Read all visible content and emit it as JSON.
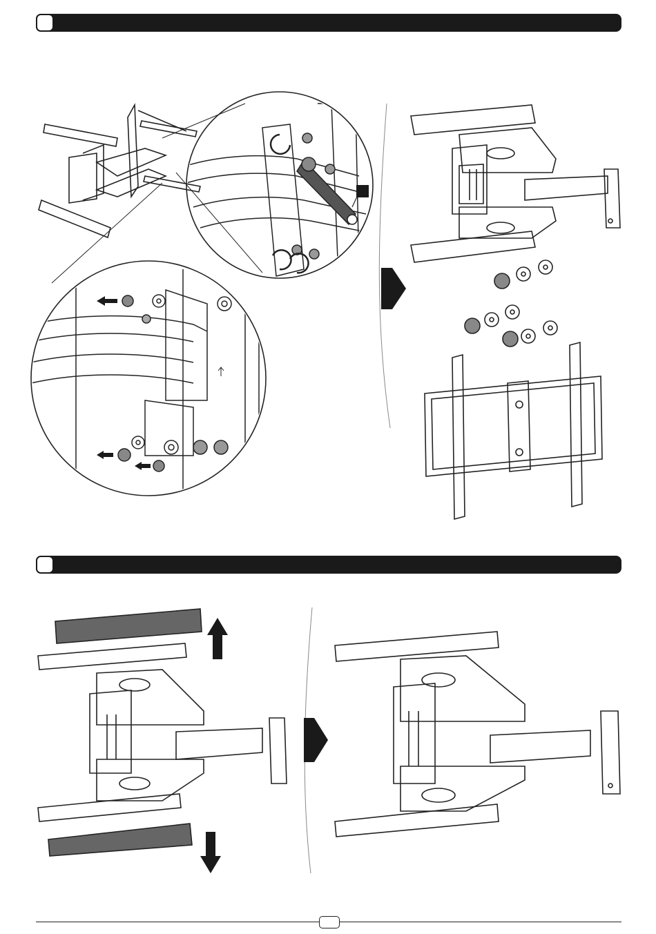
{
  "steps": [
    {
      "number": "",
      "title": ""
    },
    {
      "number": "",
      "title": ""
    }
  ],
  "callout_label": "",
  "footer": {
    "page_number": ""
  },
  "icons": {
    "step1_left": "zoomed-wall-plate-nut-removal",
    "step1_right": "exploded-mount-and-plate",
    "step2_left": "rails-and-covers-removed",
    "step2_right": "rails-attached-to-arm",
    "arrows": "direction-arrow"
  }
}
